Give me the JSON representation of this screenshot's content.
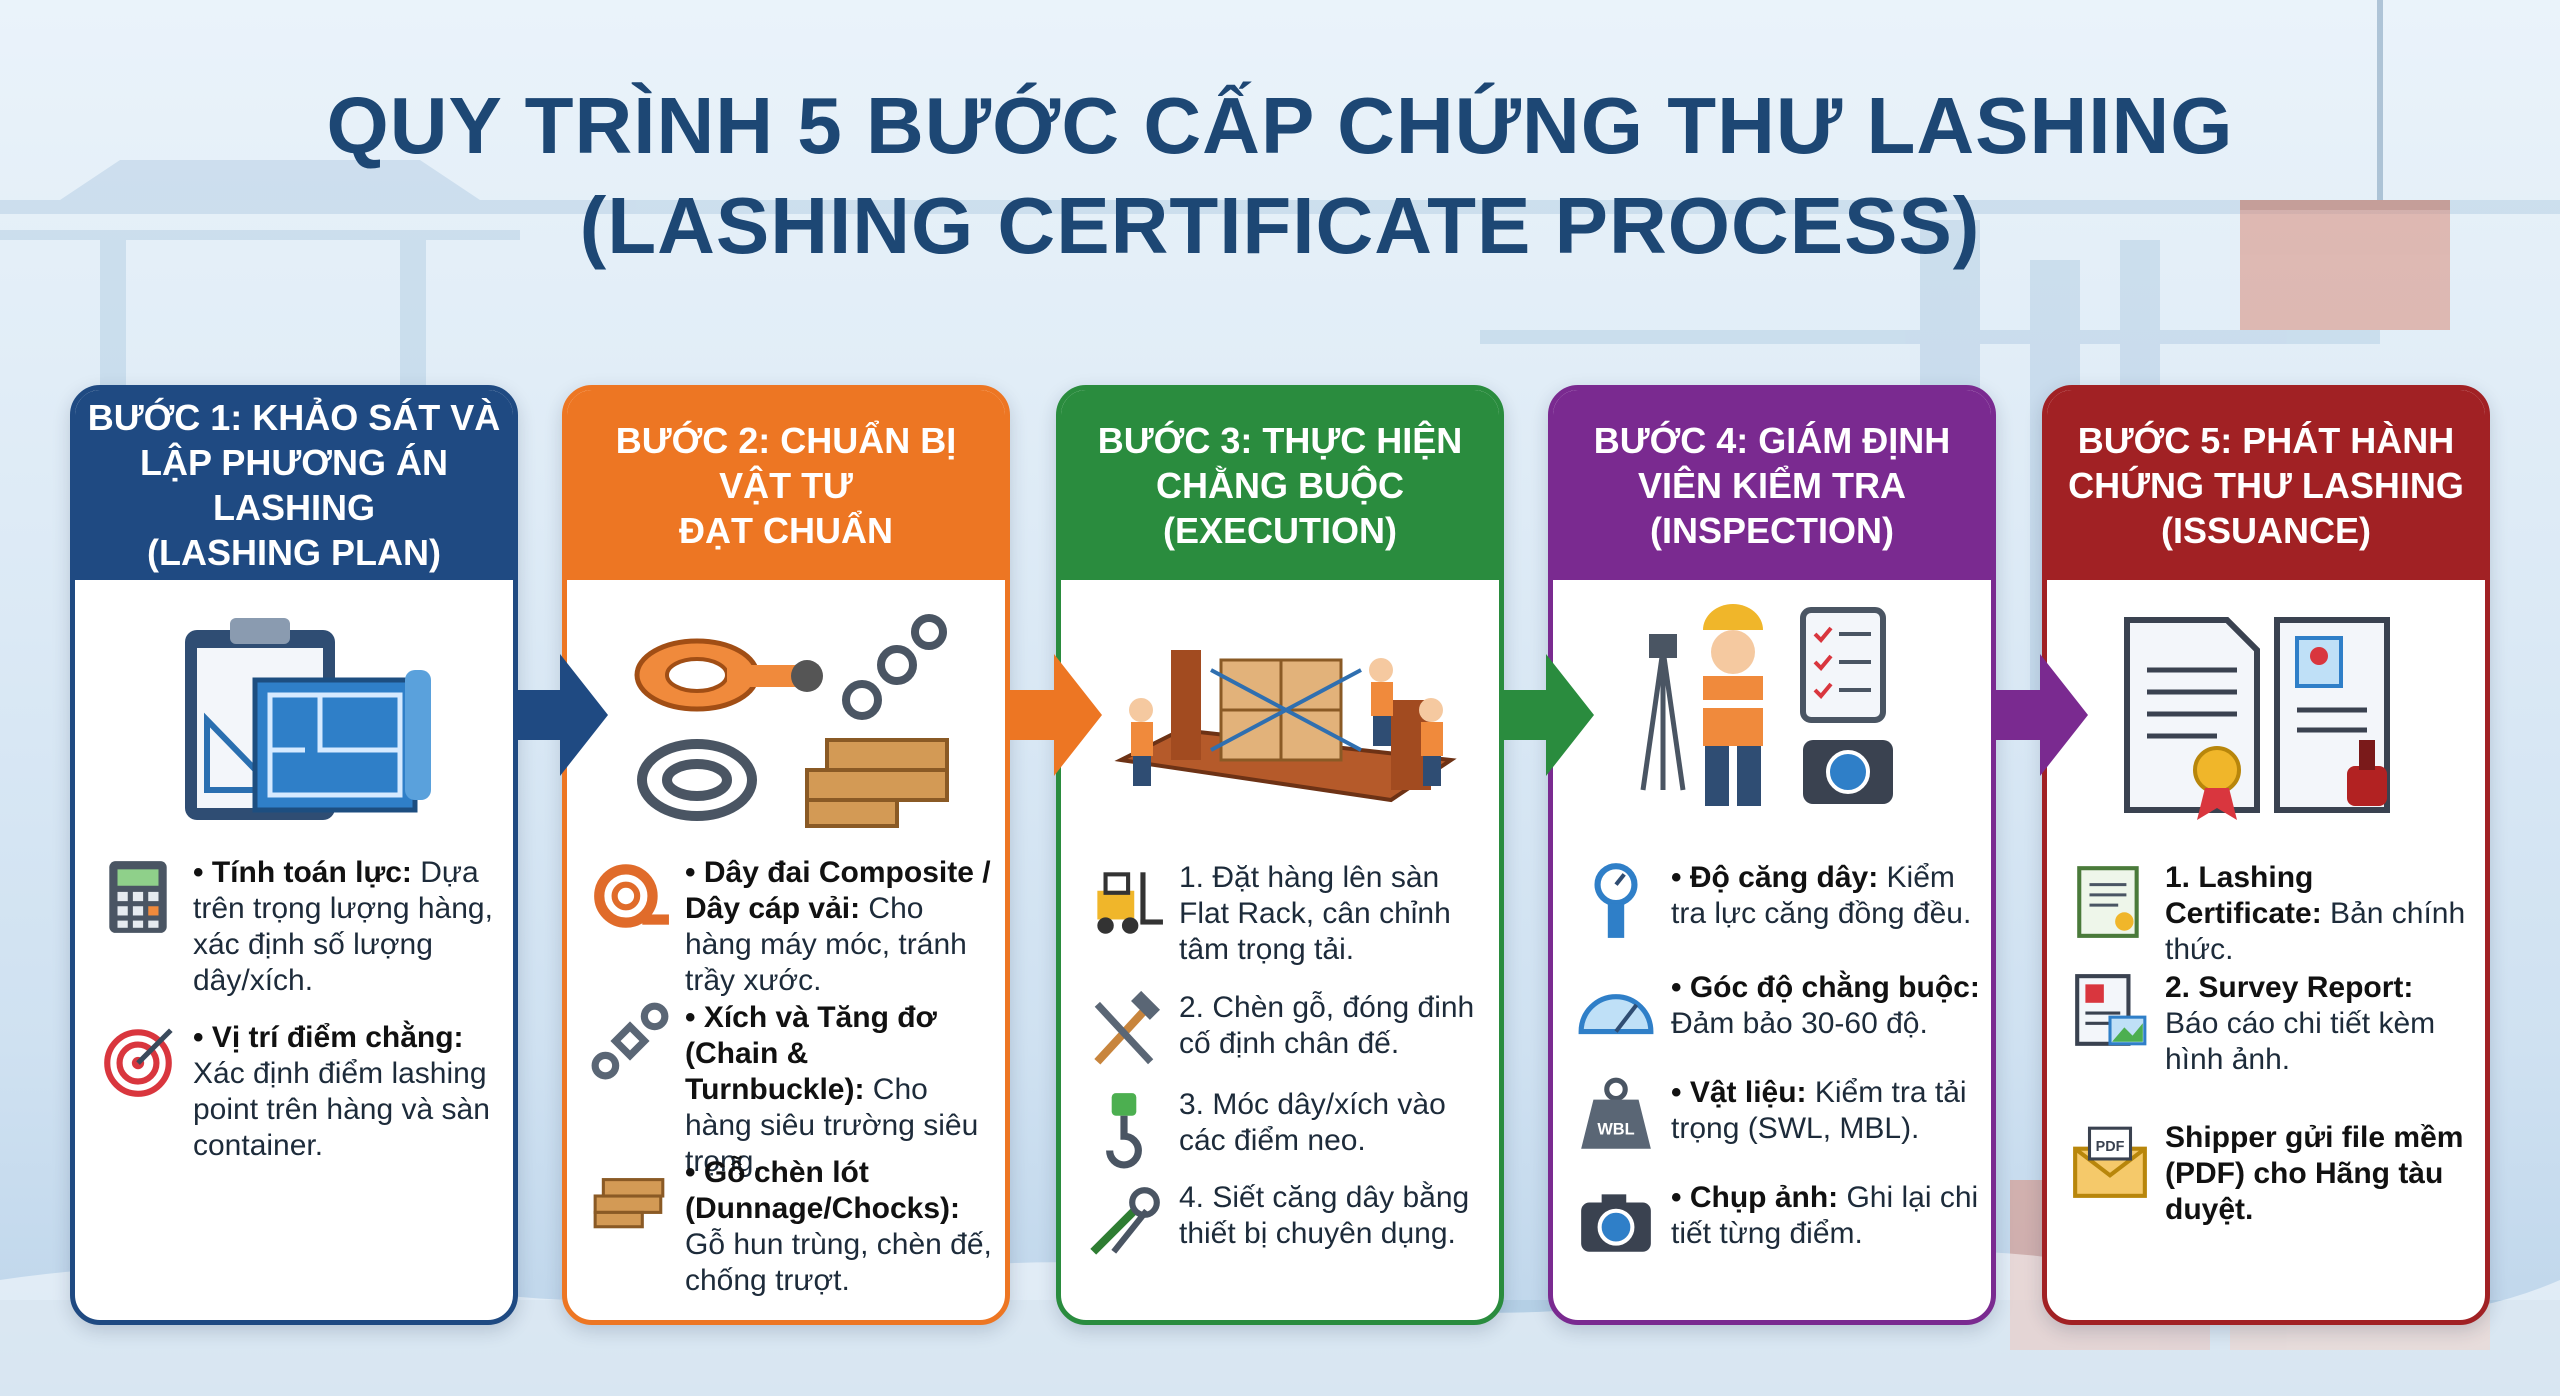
{
  "title_line1": "QUY TRÌNH 5 BƯỚC CẤP CHỨNG THƯ LASHING",
  "title_line2": "(LASHING CERTIFICATE PROCESS)",
  "colors": {
    "step1": "#1f4a82",
    "step2": "#ed7623",
    "step3": "#2a8c3e",
    "step4": "#7a2a90",
    "step5": "#a12124",
    "title": "#1d4774"
  },
  "steps": [
    {
      "head": [
        "BƯỚC 1: KHẢO SÁT VÀ",
        "LẬP PHƯƠNG ÁN LASHING",
        "(LASHING PLAN)"
      ],
      "illustration": "clipboard-blueprint",
      "items": [
        {
          "icon": "calculator-icon",
          "bold": "• Tính toán lực:",
          "text": " Dựa trên trọng lượng hàng, xác định số lượng dây/xích."
        },
        {
          "icon": "target-icon",
          "bold": "• Vị trí điểm chằng:",
          "text": " Xác định điểm lashing point trên hàng và sàn container."
        }
      ]
    },
    {
      "head": [
        "BƯỚC 2: CHUẨN BỊ",
        "VẬT TƯ",
        "ĐẠT CHUẨN"
      ],
      "illustration": "straps-chains-wood",
      "items": [
        {
          "icon": "strap-roll-icon",
          "bold": "• Dây đai Composite / Dây cáp vải:",
          "text": " Cho hàng máy móc, tránh trầy xước."
        },
        {
          "icon": "turnbuckle-icon",
          "bold": "• Xích và Tăng đơ (Chain & Turnbuckle):",
          "text": " Cho hàng siêu trường siêu trọng."
        },
        {
          "icon": "wood-icon",
          "bold": "• Gỗ chèn lót (Dunnage/Chocks):",
          "text": " Gỗ hun trùng, chèn đế, chống trượt."
        }
      ]
    },
    {
      "head": [
        "BƯỚC 3: THỰC HIỆN",
        "CHẰNG BUỘC",
        "(EXECUTION)"
      ],
      "illustration": "workers-flat-rack",
      "items": [
        {
          "icon": "forklift-icon",
          "bold": "",
          "text": "1. Đặt hàng lên sàn Flat Rack, cân chỉnh tâm trọng tải."
        },
        {
          "icon": "hammer-icon",
          "bold": "",
          "text": "2. Chèn gỗ, đóng đinh cố định chân đế."
        },
        {
          "icon": "hook-icon",
          "bold": "",
          "text": "3. Móc dây/xích vào các điểm neo."
        },
        {
          "icon": "tensioner-icon",
          "bold": "",
          "text": "4. Siết căng dây bằng thiết bị chuyên dụng."
        }
      ]
    },
    {
      "head": [
        "BƯỚC 4: GIÁM ĐỊNH",
        "VIÊN KIỂM TRA",
        "(INSPECTION)"
      ],
      "illustration": "inspector-checklist-camera",
      "items": [
        {
          "icon": "gauge-icon",
          "bold": "• Độ căng dây:",
          "text": " Kiểm tra lực căng đồng đều."
        },
        {
          "icon": "protractor-icon",
          "bold": "• Góc độ chằng buộc:",
          "text": " Đảm bảo 30-60 độ."
        },
        {
          "icon": "weight-icon",
          "bold": "• Vật liệu:",
          "text": " Kiểm tra tải trọng (SWL, MBL)."
        },
        {
          "icon": "camera-icon",
          "bold": "• Chụp ảnh:",
          "text": " Ghi lại chi tiết từng điểm."
        }
      ]
    },
    {
      "head": [
        "BƯỚC 5: PHÁT HÀNH",
        "CHỨNG THƯ LASHING",
        "(ISSUANCE)"
      ],
      "illustration": "certificate-documents",
      "items": [
        {
          "icon": "certificate-icon",
          "bold": "1. Lashing Certificate:",
          "text": " Bản chính thức."
        },
        {
          "icon": "report-icon",
          "bold": "2. Survey Report:",
          "text": " Báo cáo chi tiết kèm hình ảnh."
        },
        {
          "icon": "pdf-mail-icon",
          "bold": "Shipper gửi file mềm (PDF) cho Hãng tàu duyệt.",
          "text": ""
        }
      ]
    }
  ]
}
